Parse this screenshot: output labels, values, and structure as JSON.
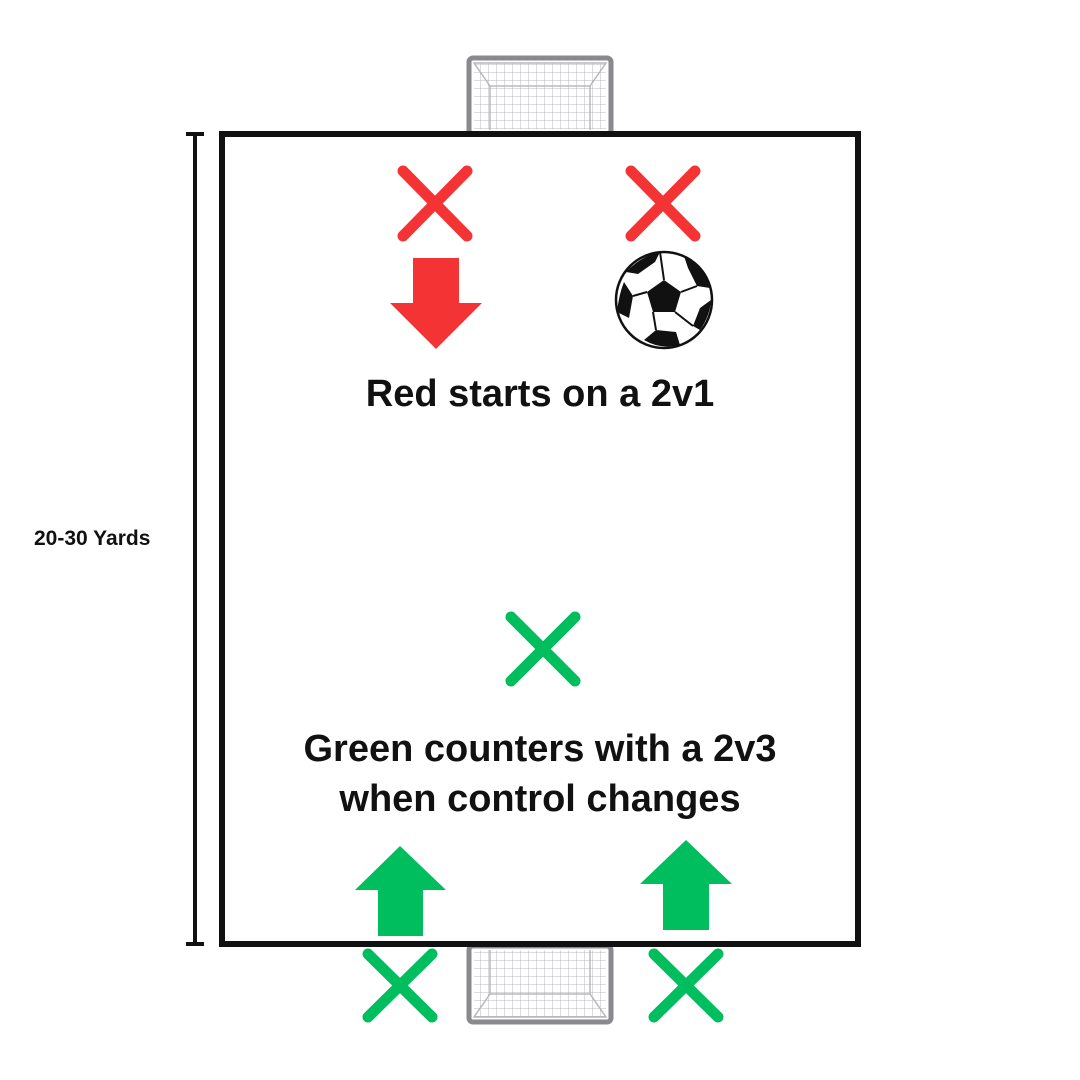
{
  "diagram": {
    "dimension_label": "20-30 Yards",
    "captions": {
      "red": "Red starts on a 2v1",
      "green_line1": "Green counters with a 2v3",
      "green_line2": "when control changes"
    }
  },
  "colors": {
    "red": "#f43434",
    "green": "#00bd5e",
    "field_line": "#111111",
    "goal_frame": "#8a8a8e",
    "goal_net": "#b8b8bc"
  },
  "icons": {
    "ball": "soccer-ball-icon",
    "goal": "goal-icon",
    "player_marker": "x-marker-icon",
    "direction": "arrow-icon"
  }
}
